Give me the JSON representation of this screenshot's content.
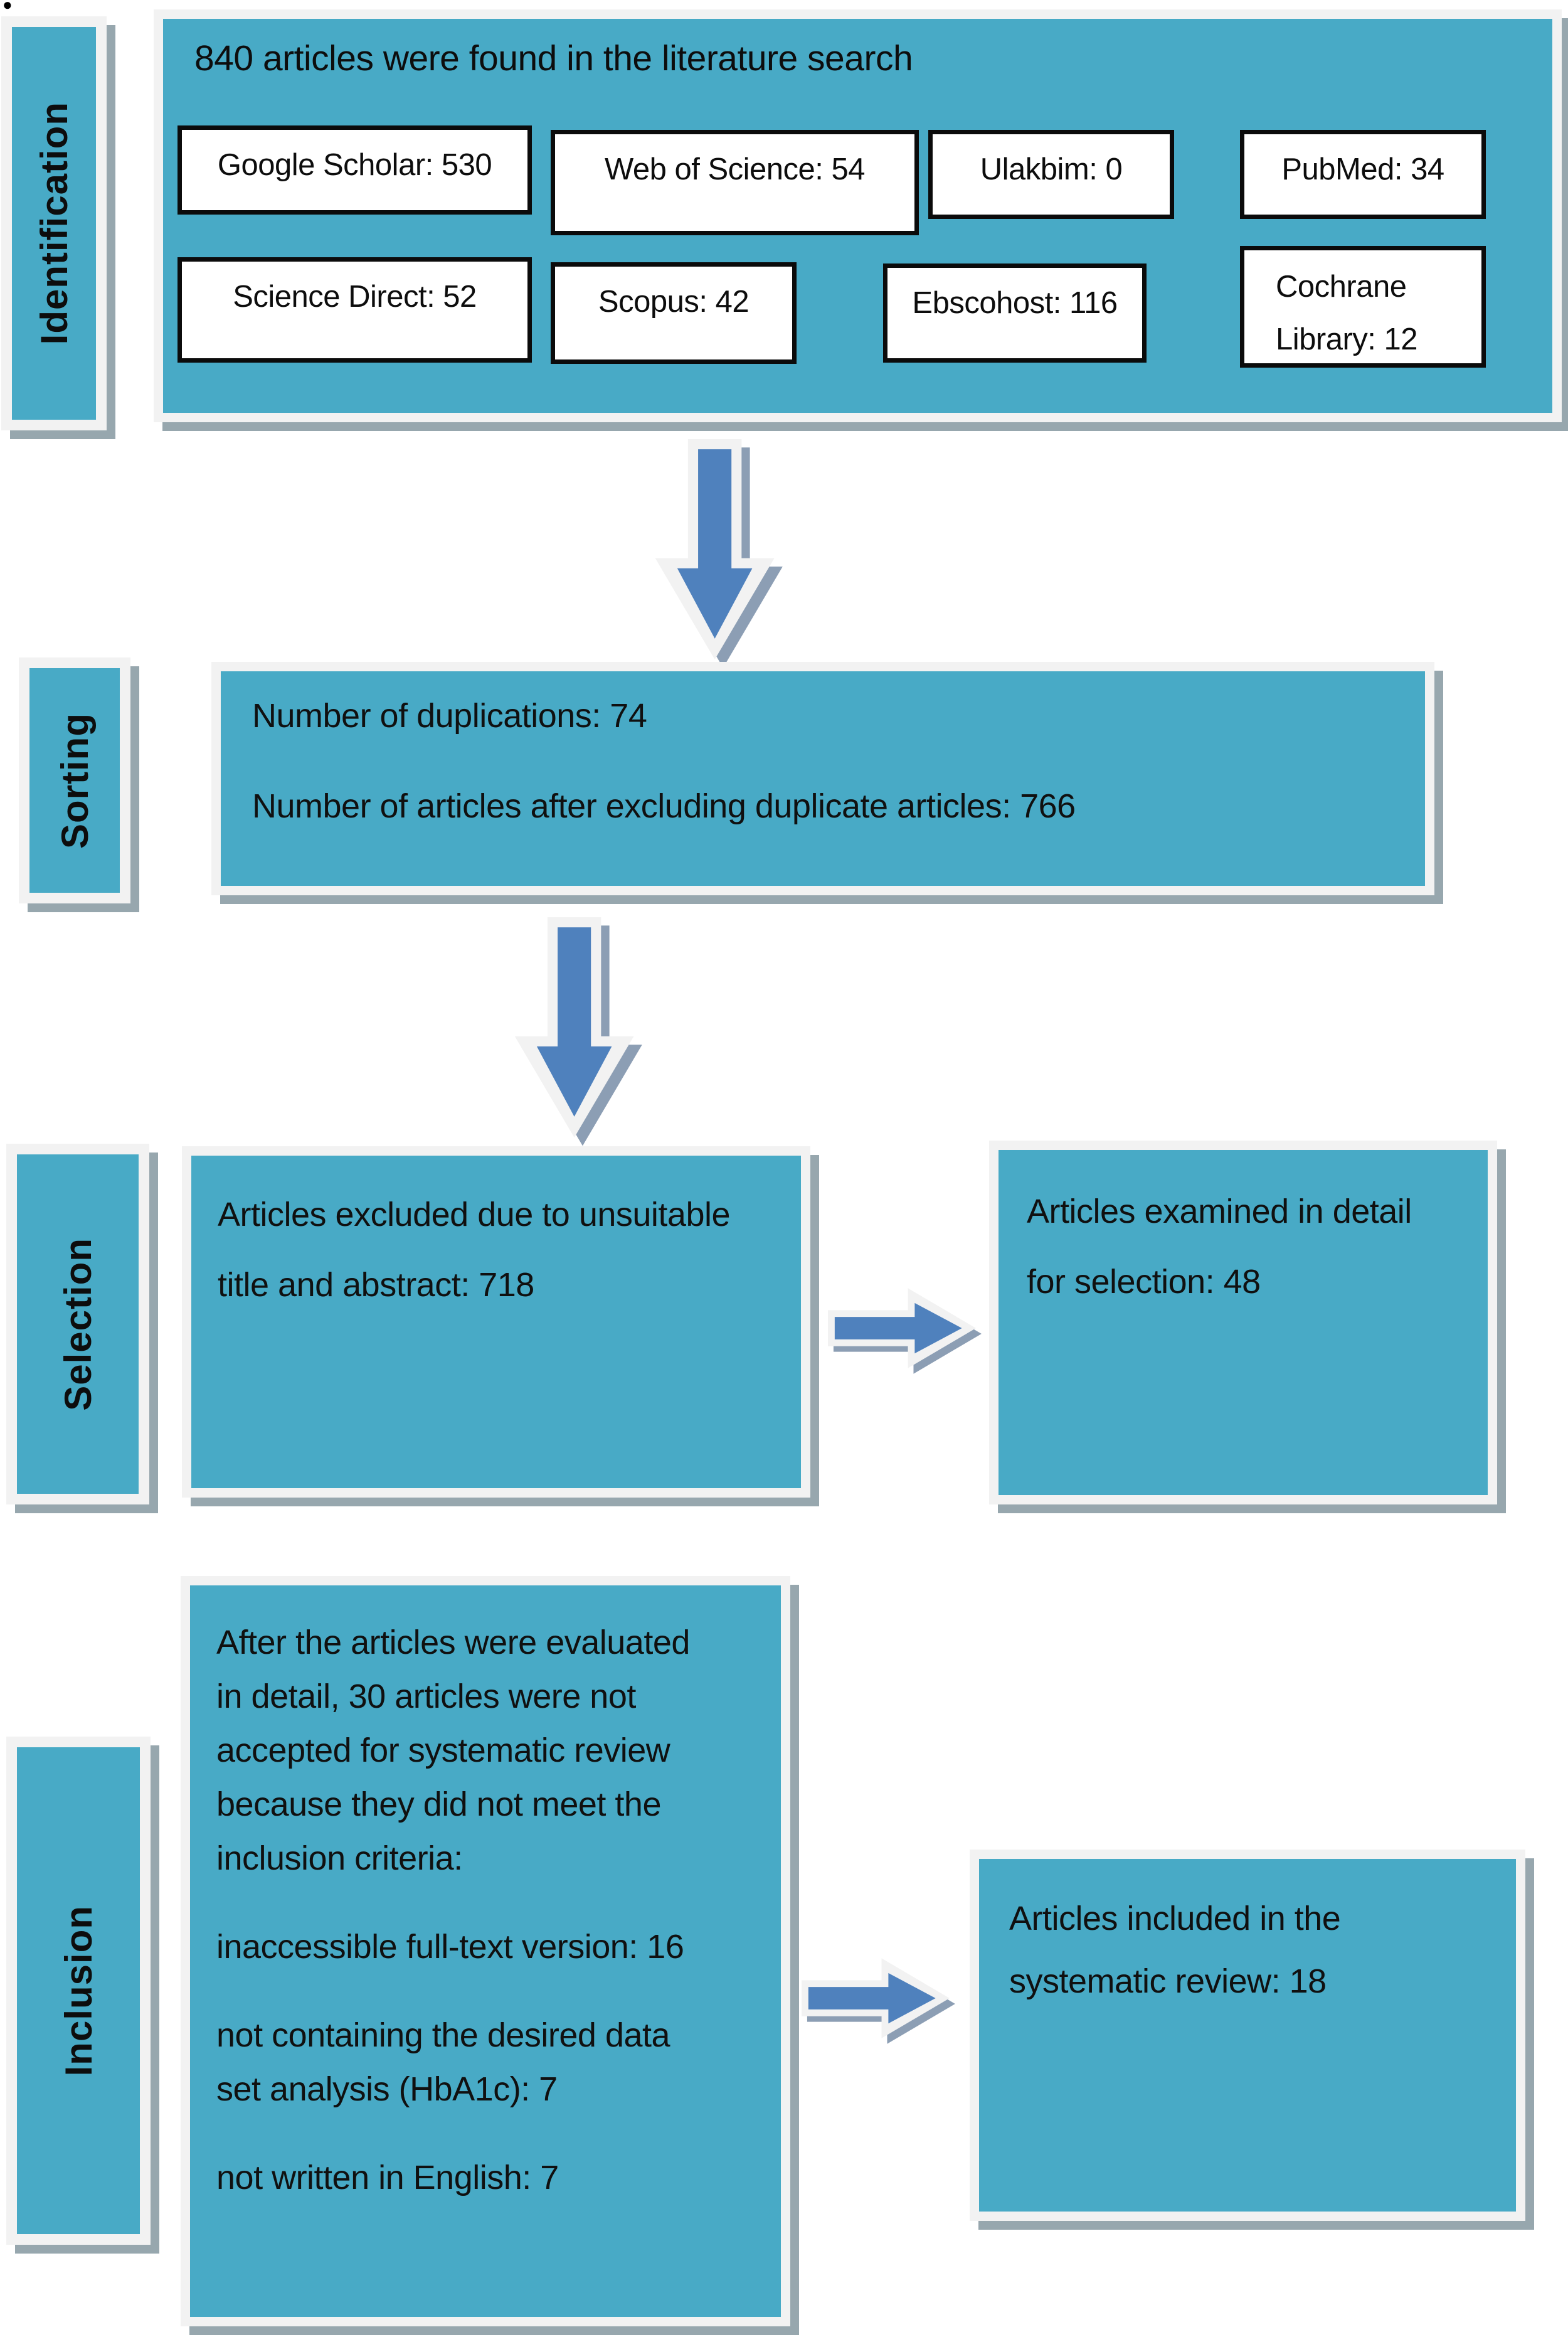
{
  "stray_mark": "●",
  "colors": {
    "teal": "#48AAC6",
    "arrow_blue": "#4F81BD",
    "shadow_gray": "#97A7AE",
    "arrow_shadow": "#8C9EB4",
    "frame_light": "#F2F2F2"
  },
  "identification": {
    "label": "Identification",
    "title": "840 articles were found in the literature search",
    "sources_row1": [
      {
        "label": "Google Scholar: 530"
      },
      {
        "label": "Web of Science: 54"
      },
      {
        "label": "Ulakbim: 0"
      },
      {
        "label": "PubMed: 34"
      }
    ],
    "sources_row2": [
      {
        "label": "Science Direct: 52"
      },
      {
        "label": "Scopus: 42"
      },
      {
        "label": "Ebscohost: 116"
      },
      {
        "label": "Cochrane Library: 12"
      }
    ]
  },
  "sorting": {
    "label": "Sorting",
    "line1": "Number of duplications: 74",
    "line2": "Number of articles after excluding duplicate articles: 766"
  },
  "selection": {
    "label": "Selection",
    "excluded_lines": [
      "Articles excluded due to unsuitable",
      "title and abstract: 718"
    ],
    "examined_lines": [
      "Articles examined in detail",
      "for selection: 48"
    ]
  },
  "inclusion": {
    "label": "Inclusion",
    "intro_lines": [
      "After the articles were evaluated",
      "in detail, 30 articles were not",
      "accepted for systematic review",
      "because they did not meet the",
      "inclusion criteria:"
    ],
    "reason1": "inaccessible full-text version: 16",
    "reason2_lines": [
      "not containing the desired data",
      "set analysis (HbA1c): 7"
    ],
    "reason3": "not written in English: 7",
    "included_lines": [
      "Articles included in the",
      "systematic review: 18"
    ]
  }
}
